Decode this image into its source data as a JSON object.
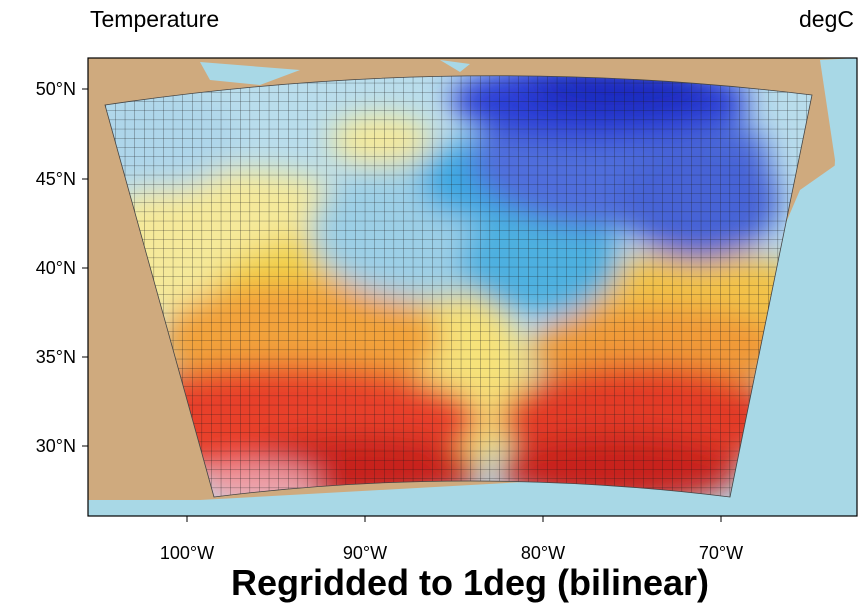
{
  "header": {
    "left_label": "Temperature",
    "right_label": "degC"
  },
  "title": "Regridded to 1deg (bilinear)",
  "axes": {
    "lat_ticks": [
      "50°N",
      "45°N",
      "40°N",
      "35°N",
      "30°N"
    ],
    "lon_ticks": [
      "100°W",
      "90°W",
      "80°W",
      "70°W"
    ]
  },
  "colors": {
    "land": "#CFAA7E",
    "ocean": "#A8D8E6",
    "grid": "#1a1a1a"
  }
}
